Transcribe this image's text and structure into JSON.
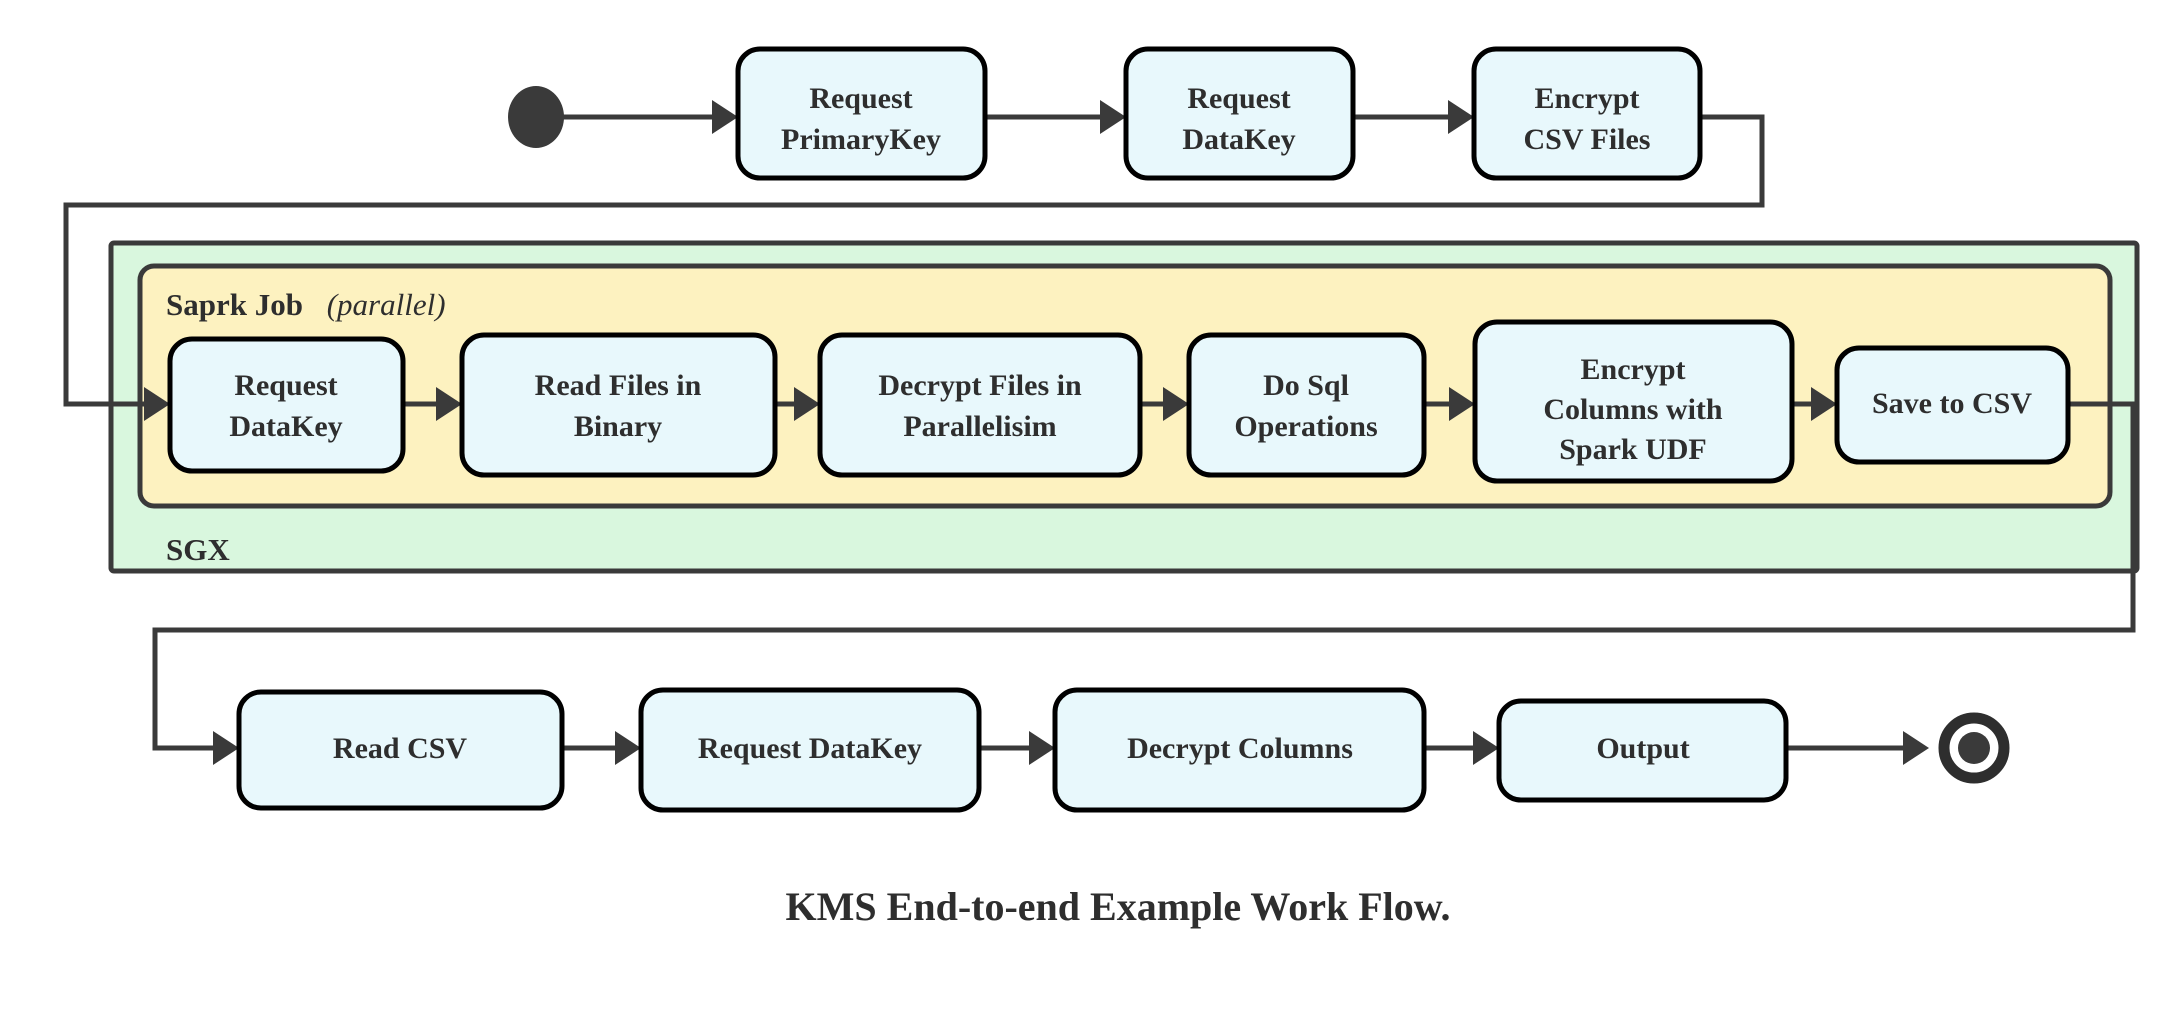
{
  "diagram": {
    "caption": "KMS End-to-end Example Work Flow.",
    "colors": {
      "node_fill": "#e8f8fc",
      "node_stroke": "#000000",
      "sgx_fill": "#d9f7de",
      "spark_fill": "#fdf2c0",
      "connector": "#3a3a3a",
      "text": "#2e2e2e",
      "background": "#ffffff"
    },
    "terminals": {
      "start_label": "start-node",
      "end_label": "end-node"
    },
    "containers": [
      {
        "id": "sgx",
        "label": "SGX",
        "label_position": "bottom-left"
      },
      {
        "id": "spark-job",
        "label": "Saprk Job",
        "label_suffix": "(parallel)",
        "label_suffix_italic_text": "parallel",
        "label_position": "top-left"
      }
    ],
    "rows": [
      {
        "id": "row-top",
        "nodes": [
          {
            "id": "request-primarykey",
            "lines": [
              "Request",
              "PrimaryKey"
            ]
          },
          {
            "id": "request-datakey-top",
            "lines": [
              "Request",
              "DataKey"
            ]
          },
          {
            "id": "encrypt-csv-files",
            "lines": [
              "Encrypt",
              "CSV Files"
            ]
          }
        ]
      },
      {
        "id": "row-spark",
        "nodes": [
          {
            "id": "request-datakey-spark",
            "lines": [
              "Request",
              "DataKey"
            ]
          },
          {
            "id": "read-files-in-binary",
            "lines": [
              "Read Files in",
              "Binary"
            ]
          },
          {
            "id": "decrypt-files-in-parallelisim",
            "lines": [
              "Decrypt Files in",
              "Parallelisim"
            ]
          },
          {
            "id": "do-sql-operations",
            "lines": [
              "Do Sql",
              "Operations"
            ]
          },
          {
            "id": "encrypt-columns-with-spark-udf",
            "lines": [
              "Encrypt",
              "Columns with",
              "Spark UDF"
            ]
          },
          {
            "id": "save-to-csv",
            "lines": [
              "Save to CSV"
            ]
          }
        ]
      },
      {
        "id": "row-bottom",
        "nodes": [
          {
            "id": "read-csv",
            "lines": [
              "Read CSV"
            ]
          },
          {
            "id": "request-datakey-bottom",
            "lines": [
              "Request DataKey"
            ]
          },
          {
            "id": "decrypt-columns",
            "lines": [
              "Decrypt Columns"
            ]
          },
          {
            "id": "output",
            "lines": [
              "Output"
            ]
          }
        ]
      }
    ]
  }
}
